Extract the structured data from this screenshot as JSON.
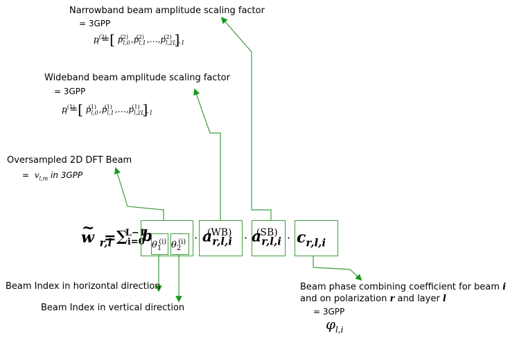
{
  "narrowband": {
    "title": "Narrowband beam amplitude scaling factor",
    "eq": "= 3GPP",
    "vector_lhs": "p",
    "vector_lhs_sub": "l",
    "vector_lhs_sup": "(2)",
    "elements": [
      "p",
      "p",
      "p"
    ],
    "element_subs": [
      "l,0",
      "l,1",
      "l,2L−1"
    ],
    "element_sup": "(2)",
    "ellipsis": ",…,"
  },
  "wideband": {
    "title": "Wideband beam amplitude scaling factor",
    "eq": "= 3GPP",
    "vector_lhs": "p",
    "vector_lhs_sub": "l",
    "vector_lhs_sup": "(1)",
    "element_subs": [
      "l,0",
      "l,1",
      "l,2L−1"
    ],
    "element_sup": "(1)",
    "ellipsis": ",…,"
  },
  "oversampled": {
    "title": "Oversampled 2D DFT Beam",
    "eq_prefix": "=",
    "symbol": "v",
    "symbol_sub": "l,m",
    "suffix": " in 3GPP"
  },
  "formula": {
    "lhs": "w",
    "lhs_tilde": "~",
    "lhs_sub": "r,l",
    "eq": "=",
    "sum": "∑",
    "sum_lower": "i=0",
    "sum_upper": "L−1",
    "b": "b",
    "theta1": "θ",
    "theta1_sub": "1",
    "theta1_sup": "(i)",
    "theta2": "θ",
    "theta2_sub": "2",
    "theta2_sup": "(i)",
    "dot": "·",
    "a_wb": "a",
    "a_wb_sub": "r,l,i",
    "a_wb_sup": "(WB)",
    "a_sb": "a",
    "a_sb_sub": "r,l,i",
    "a_sb_sup": "(SB)",
    "c": "c",
    "c_sub": "r,l,i"
  },
  "beam_index_h": "Beam Index in horizontal direction",
  "beam_index_v": "Beam Index in vertical direction",
  "phase": {
    "line1_prefix": "Beam phase combining coefficient for beam ",
    "line1_var": "i",
    "line2_prefix": "and on polarization ",
    "line2_var1": "r",
    "line2_mid": " and layer ",
    "line2_var2": "l",
    "eq": "= 3GPP",
    "symbol": "φ",
    "symbol_sub": "l,i"
  },
  "colors": {
    "accent": "#3c9b3c",
    "text": "#000000"
  }
}
